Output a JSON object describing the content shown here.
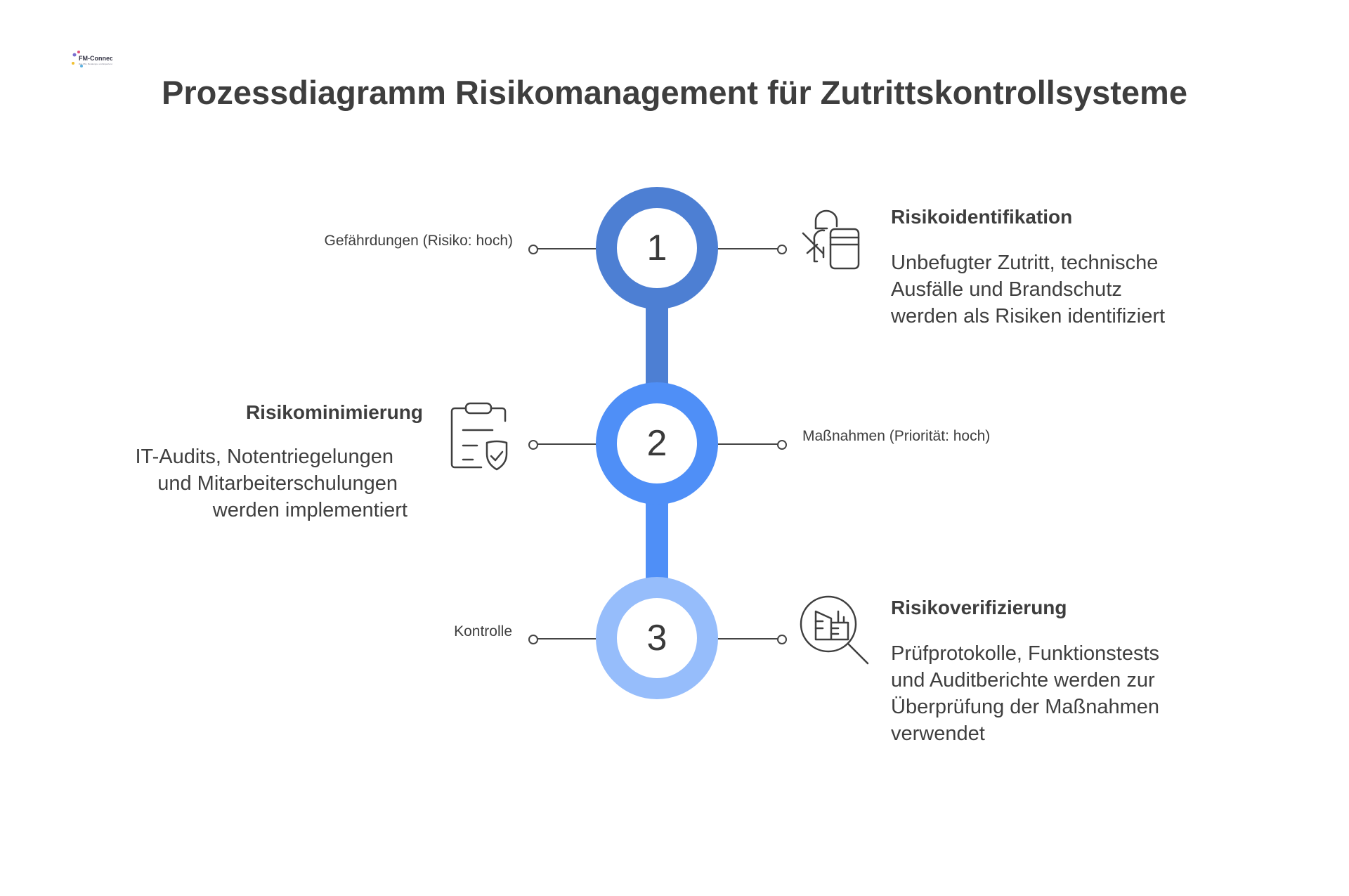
{
  "logo": {
    "text": "FM-Connect.com",
    "tagline": "Das FM-, Beratungs- und Experten-Netzwerk"
  },
  "title": "Prozessdiagramm Risikomanagement für Zutrittskontrollsysteme",
  "colors": {
    "step1": "#4d7fd3",
    "step2": "#4f8ff7",
    "step3": "#96bdfb"
  },
  "steps": [
    {
      "number": "1",
      "side_label": "Gefährdungen (Risiko: hoch)",
      "heading": "Risikoidentifikation",
      "body": [
        "Unbefugter Zutritt, technische",
        "Ausfälle und Brandschutz",
        "werden als Risiken identifiziert"
      ],
      "icon": "security-guard-icon"
    },
    {
      "number": "2",
      "side_label": "Maßnahmen (Priorität: hoch)",
      "heading": "Risikominimierung",
      "body": [
        "IT-Audits, Notentriegelungen",
        "und Mitarbeiterschulungen",
        "werden implementiert"
      ],
      "icon": "clipboard-shield-icon"
    },
    {
      "number": "3",
      "side_label": "Kontrolle",
      "heading": "Risikoverifizierung",
      "body": [
        "Prüfprotokolle, Funktionstests",
        "und Auditberichte werden zur",
        "Überprüfung der Maßnahmen",
        "verwendet"
      ],
      "icon": "magnifier-building-icon"
    }
  ]
}
